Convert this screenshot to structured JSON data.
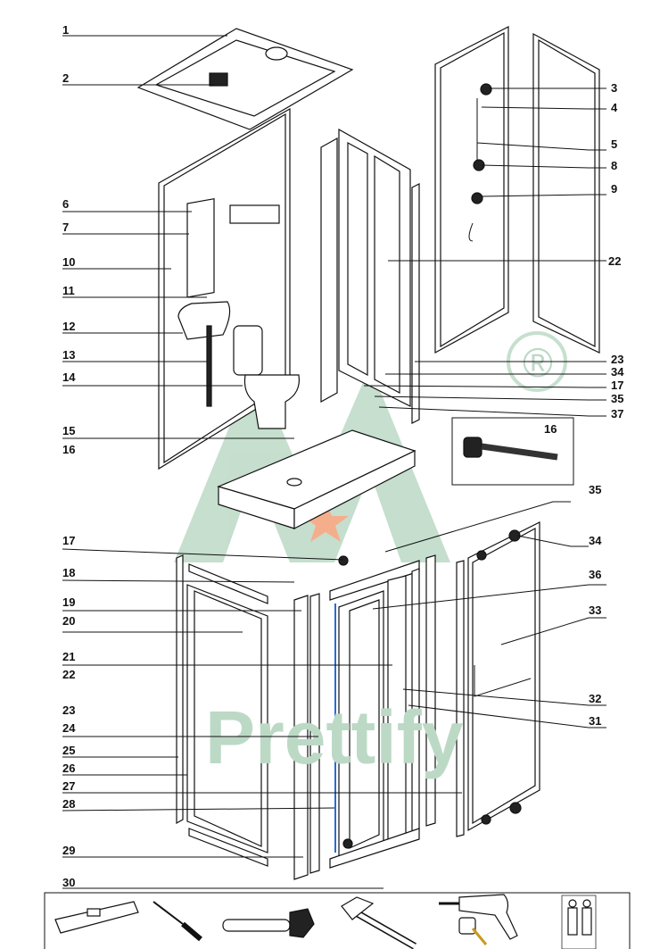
{
  "watermark": {
    "text": "Prettify",
    "registered": "®",
    "color": "#bcd9c6",
    "star_color": "#f4a079"
  },
  "top_labels_left": [
    "1",
    "2",
    "6",
    "7",
    "10",
    "11",
    "12",
    "13",
    "14",
    "15",
    "16"
  ],
  "top_labels_right": [
    "3",
    "4",
    "5",
    "8",
    "9",
    "22",
    "23",
    "34",
    "17",
    "35",
    "37"
  ],
  "inset_label": "16",
  "bottom_labels_left": [
    "17",
    "18",
    "19",
    "20",
    "21",
    "22",
    "23",
    "24",
    "25",
    "26",
    "27",
    "28",
    "29",
    "30"
  ],
  "bottom_labels_right": [
    "35",
    "34",
    "36",
    "33",
    "32",
    "31"
  ],
  "tools": [
    "spirit-level",
    "screwdriver",
    "adjustable-wrench",
    "hammer",
    "tape-measure-and-drill",
    "two-persons"
  ]
}
